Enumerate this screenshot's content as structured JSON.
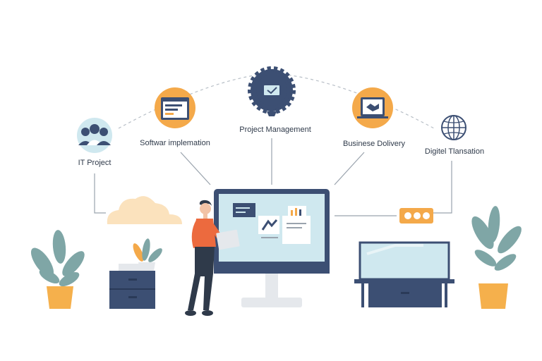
{
  "nodes": [
    {
      "id": "it-project",
      "label": "IT Project",
      "icon": "team-icon"
    },
    {
      "id": "software",
      "label": "Softwar implemation",
      "icon": "browser-window-icon"
    },
    {
      "id": "project-management",
      "label": "Project Management",
      "icon": "gear-check-icon"
    },
    {
      "id": "business-delivery",
      "label": "Businese Dolivery",
      "icon": "monitor-handshake-icon"
    },
    {
      "id": "digital-transformation",
      "label": "Digitel Tlansation",
      "icon": "globe-icon"
    }
  ],
  "colors": {
    "navy": "#3c4f73",
    "orange": "#f4a94a",
    "light_blue": "#cfe8ef",
    "leaf": "#7fa6a6",
    "pot": "#f5b04c",
    "person_shirt": "#ec6a3e",
    "line": "#9aa3ad"
  }
}
